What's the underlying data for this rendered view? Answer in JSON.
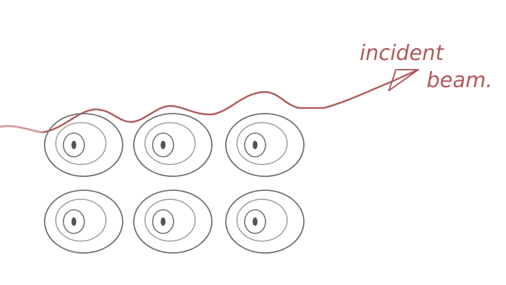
{
  "annotation": {
    "line1": "incident",
    "line2": "beam."
  },
  "atoms": [
    {
      "row": 1,
      "col": 1
    },
    {
      "row": 1,
      "col": 2
    },
    {
      "row": 1,
      "col": 3
    },
    {
      "row": 2,
      "col": 1
    },
    {
      "row": 2,
      "col": 2
    },
    {
      "row": 2,
      "col": 3
    }
  ],
  "colors": {
    "background": "#ffffff",
    "beam": "#b05a5a",
    "beam_faint": "#d49a9a",
    "atom_stroke": "#6e6e6e",
    "atom_inner": "#9a9a9a",
    "nucleus": "#555555"
  }
}
